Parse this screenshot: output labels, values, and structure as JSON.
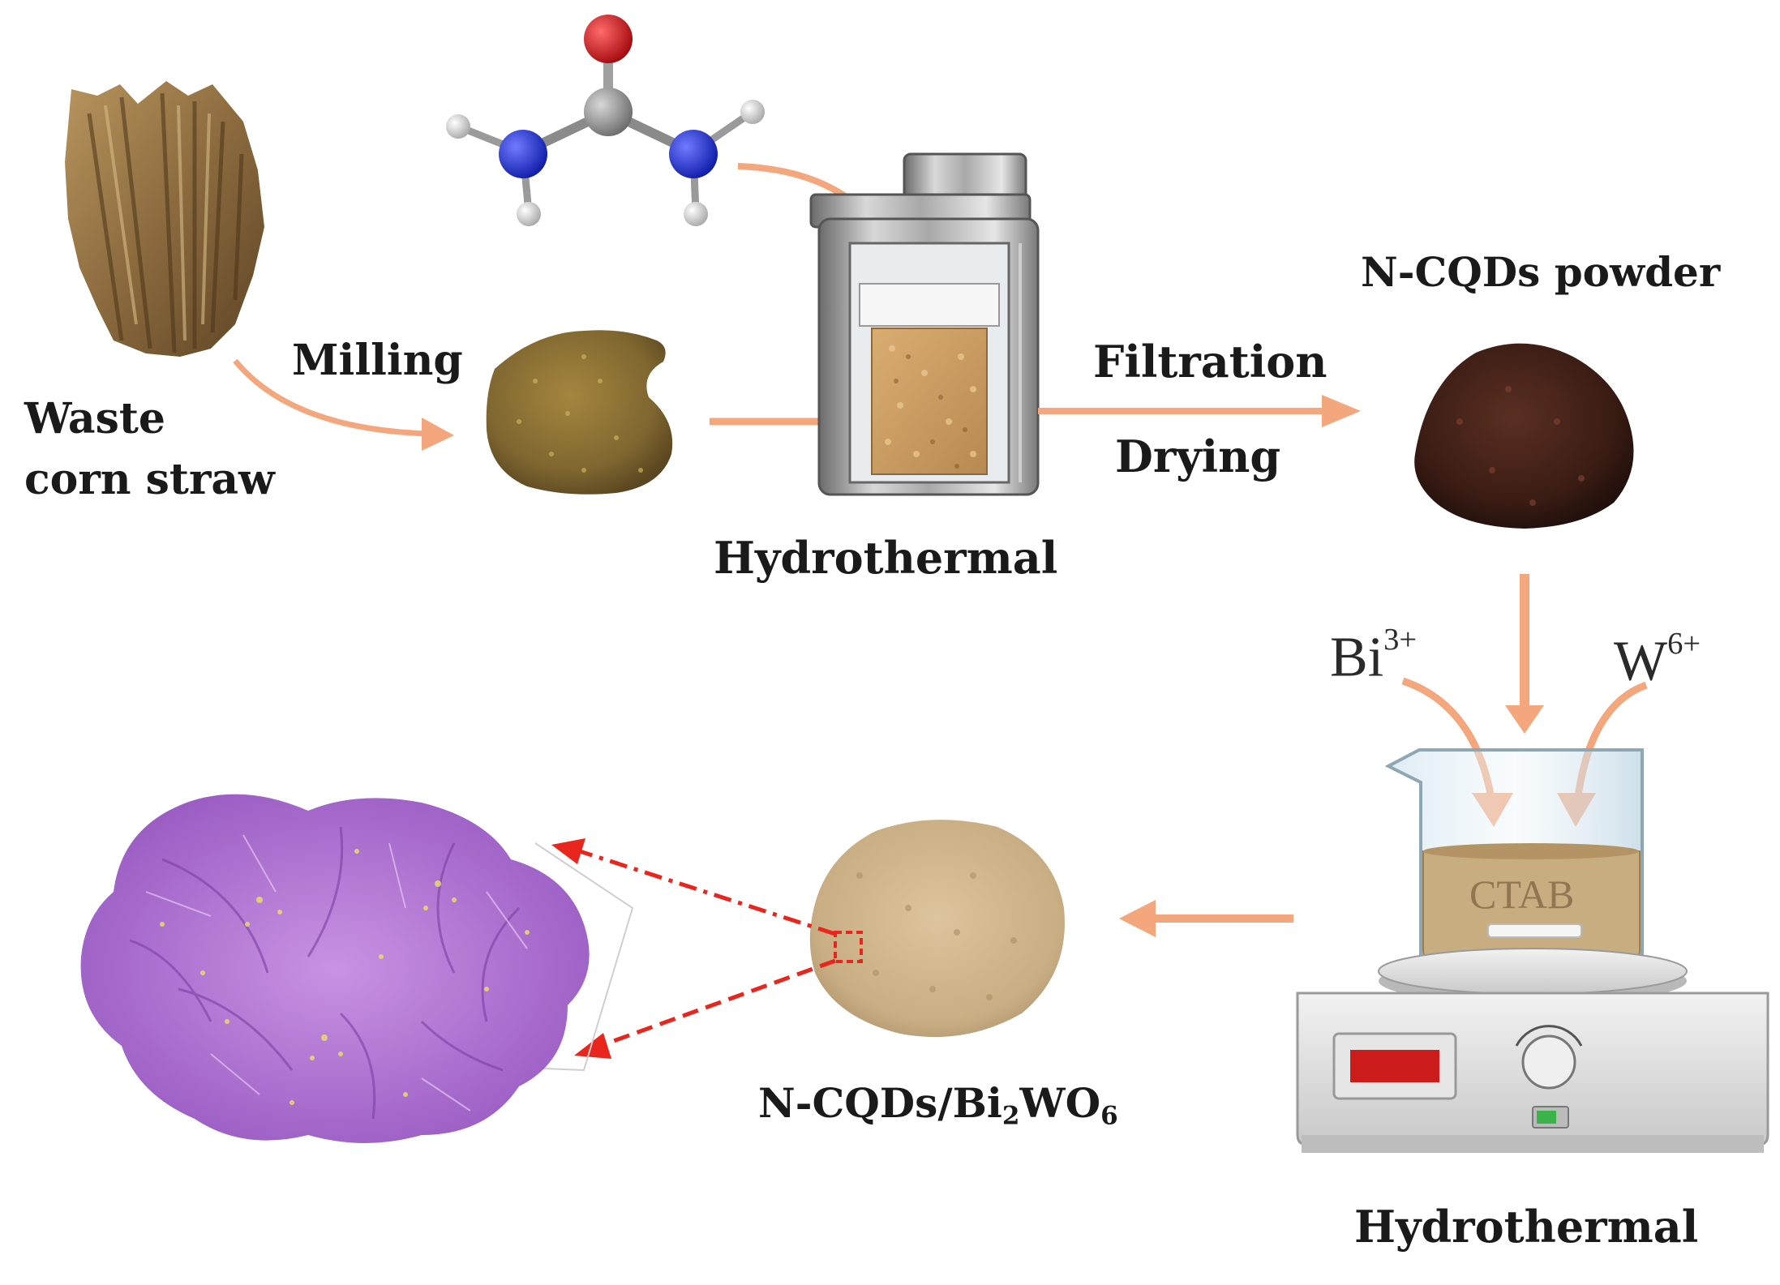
{
  "labels": {
    "waste_line1": "Waste",
    "waste_line2": "corn straw",
    "milling": "Milling",
    "hydrothermal_top": "Hydrothermal",
    "filtration": "Filtration",
    "drying": "Drying",
    "ncqds_powder": "N-CQDs powder",
    "product_part1": "N-CQDs/Bi",
    "product_sub1": "2",
    "product_part2": "WO",
    "product_sub2": "6",
    "hydrothermal_bottom": "Hydrothermal",
    "beaker_text": "CTAB"
  },
  "ions": {
    "bi_base": "Bi",
    "bi_charge": "3+",
    "w_base": "W",
    "w_charge": "6+"
  },
  "colors": {
    "arrow": "#f4a77c",
    "dash_arrow": "#e8261e",
    "nitrogen": "#1b2ad6",
    "oxygen": "#d9141b",
    "carbon": "#9a9a9a",
    "hydrogen": "#f0f0f0",
    "straw": "#8b6a3e",
    "milled_powder": "#7f6630",
    "reactor_powder": "#c79a62",
    "ncqds_powder": "#3a1c14",
    "product_powder": "#cdb48c",
    "flower": "#b57bd6",
    "hotplate_display": "#cc1c1c",
    "hotplate_switch": "#3ab34a"
  },
  "icons": [
    "corn-straw-image",
    "urea-molecule-icon",
    "hydrothermal-reactor-icon",
    "milled-powder-image",
    "ncqds-powder-image",
    "beaker-icon",
    "hotplate-stirrer-icon",
    "product-powder-image",
    "flower-microsphere-image"
  ]
}
